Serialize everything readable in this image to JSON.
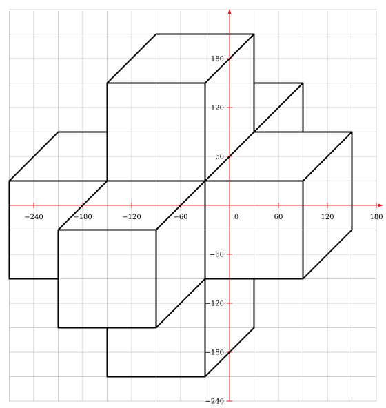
{
  "colors": {
    "grid": "#c0c0c0",
    "axis": "#e8202a",
    "shape": "#000000",
    "background": "#ffffff"
  },
  "axes": {
    "x_range": [
      -270,
      180
    ],
    "y_range": [
      -240,
      240
    ],
    "grid_step": 30,
    "x_ticks": [
      {
        "value": -240,
        "label": "−240"
      },
      {
        "value": -180,
        "label": "−180"
      },
      {
        "value": -120,
        "label": "−120"
      },
      {
        "value": -60,
        "label": "−60"
      },
      {
        "value": 0,
        "label": "0"
      },
      {
        "value": 60,
        "label": "60"
      },
      {
        "value": 120,
        "label": "120"
      },
      {
        "value": 180,
        "label": "180"
      }
    ],
    "y_ticks": [
      {
        "value": 180,
        "label": "180"
      },
      {
        "value": 120,
        "label": "120"
      },
      {
        "value": 60,
        "label": "60"
      },
      {
        "value": -60,
        "label": "−60"
      },
      {
        "value": -120,
        "label": "−120"
      },
      {
        "value": -180,
        "label": "−180"
      },
      {
        "value": -240,
        "label": "−240"
      }
    ]
  },
  "figure": {
    "shape": "cross of cubes in oblique projection",
    "segments": [
      [
        [
          -150,
          150
        ],
        [
          -30,
          150
        ]
      ],
      [
        [
          -30,
          150
        ],
        [
          -30,
          -90
        ]
      ],
      [
        [
          -150,
          150
        ],
        [
          -150,
          30
        ]
      ],
      [
        [
          -150,
          150
        ],
        [
          -90,
          210
        ]
      ],
      [
        [
          -90,
          210
        ],
        [
          30,
          210
        ]
      ],
      [
        [
          30,
          210
        ],
        [
          -30,
          150
        ]
      ],
      [
        [
          30,
          210
        ],
        [
          30,
          90
        ]
      ],
      [
        [
          30,
          150
        ],
        [
          90,
          150
        ]
      ],
      [
        [
          90,
          150
        ],
        [
          90,
          90
        ]
      ],
      [
        [
          90,
          150
        ],
        [
          -30,
          30
        ]
      ],
      [
        [
          30,
          90
        ],
        [
          150,
          90
        ]
      ],
      [
        [
          150,
          90
        ],
        [
          90,
          30
        ]
      ],
      [
        [
          150,
          90
        ],
        [
          150,
          -30
        ]
      ],
      [
        [
          150,
          -30
        ],
        [
          90,
          -90
        ]
      ],
      [
        [
          -30,
          30
        ],
        [
          90,
          30
        ]
      ],
      [
        [
          90,
          30
        ],
        [
          90,
          -90
        ]
      ],
      [
        [
          90,
          -90
        ],
        [
          -30,
          -90
        ]
      ],
      [
        [
          -270,
          30
        ],
        [
          -30,
          30
        ]
      ],
      [
        [
          -270,
          30
        ],
        [
          -210,
          90
        ]
      ],
      [
        [
          -210,
          90
        ],
        [
          -150,
          90
        ]
      ],
      [
        [
          -270,
          30
        ],
        [
          -270,
          -90
        ]
      ],
      [
        [
          -270,
          -90
        ],
        [
          -210,
          -90
        ]
      ],
      [
        [
          -150,
          30
        ],
        [
          -210,
          -30
        ]
      ],
      [
        [
          -210,
          -30
        ],
        [
          -90,
          -30
        ]
      ],
      [
        [
          -90,
          -30
        ],
        [
          -30,
          30
        ]
      ],
      [
        [
          -210,
          -30
        ],
        [
          -210,
          -150
        ]
      ],
      [
        [
          -210,
          -150
        ],
        [
          -90,
          -150
        ]
      ],
      [
        [
          -90,
          -30
        ],
        [
          -90,
          -150
        ]
      ],
      [
        [
          -90,
          -150
        ],
        [
          -30,
          -90
        ]
      ],
      [
        [
          -150,
          -150
        ],
        [
          -150,
          -210
        ]
      ],
      [
        [
          -150,
          -210
        ],
        [
          -30,
          -210
        ]
      ],
      [
        [
          -30,
          -210
        ],
        [
          30,
          -150
        ]
      ],
      [
        [
          -30,
          -90
        ],
        [
          -30,
          -210
        ]
      ],
      [
        [
          30,
          -90
        ],
        [
          30,
          -150
        ]
      ]
    ]
  }
}
